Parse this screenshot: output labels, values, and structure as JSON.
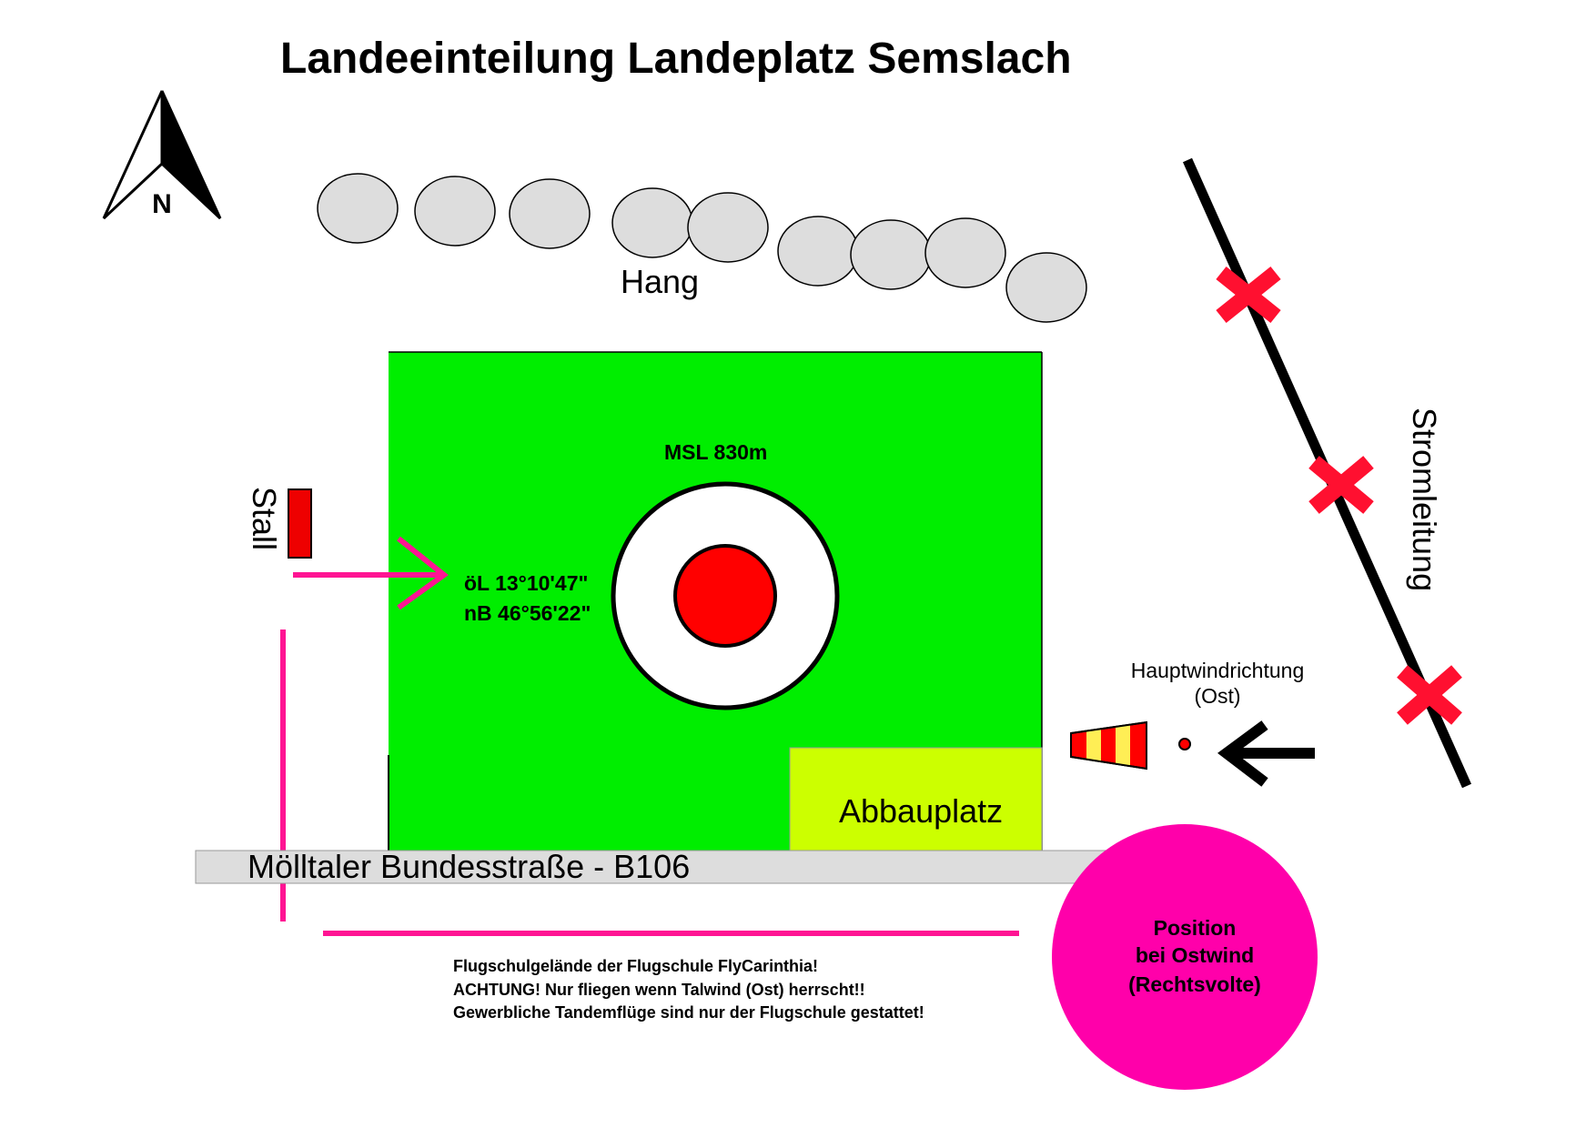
{
  "title": "Landeeinteilung Landeplatz Semslach",
  "compass": {
    "letter": "N",
    "icon": "north-arrow-icon"
  },
  "labels": {
    "hang": "Hang",
    "stall": "Stall",
    "msl": "MSL 830m",
    "lon": "öL 13°10'47\"",
    "lat": "nB 46°56'22\"",
    "abbauplatz": "Abbauplatz",
    "road": "Mölltaler Bundesstraße - B106",
    "stromleitung": "Stromleitung",
    "wind_line1": "Hauptwindrichtung",
    "wind_line2": "(Ost)",
    "position_line1": "Position",
    "position_line2": "bei Ostwind",
    "position_line3": "(Rechtsvolte)"
  },
  "notes": [
    "Flugschulgelände der Flugschule FlyCarinthia!",
    "ACHTUNG! Nur fliegen wenn Talwind (Ost) herrscht!!",
    "Gewerbliche Tandemflüge sind nur der Flugschule gestattet!"
  ],
  "colors": {
    "landing_field": "#00ee00",
    "abbauplatz": "#ccff00",
    "road": "#dddddd",
    "target_center": "#ff0000",
    "pattern": "#ff1493",
    "position_circle": "#ff00aa",
    "stall": "#ee0000",
    "power_marker": "#ff1030",
    "bushes": "#dddddd"
  },
  "icons": [
    "windsock-icon",
    "wind-direction-arrow-icon",
    "power-line-marker-icon"
  ]
}
